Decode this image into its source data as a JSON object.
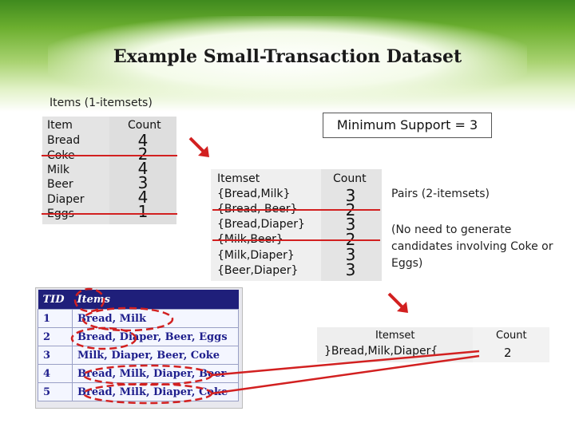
{
  "title": "Example Small-Transaction Dataset",
  "items_heading": "Items (1-itemsets)",
  "min_support": "Minimum Support = 3",
  "items_table": {
    "headers": [
      "Item",
      "Count"
    ],
    "rows": [
      {
        "item": "Bread",
        "count": "4"
      },
      {
        "item": "Coke",
        "count": "2"
      },
      {
        "item": "Milk",
        "count": "4"
      },
      {
        "item": "Beer",
        "count": "3"
      },
      {
        "item": "Diaper",
        "count": "4"
      },
      {
        "item": "Eggs",
        "count": "1"
      }
    ]
  },
  "pairs_table": {
    "headers": [
      "Itemset",
      "Count"
    ],
    "rows": [
      {
        "itemset": "{Bread,Milk}",
        "count": "3"
      },
      {
        "itemset": "{Bread, Beer}",
        "count": "2"
      },
      {
        "itemset": "{Bread,Diaper}",
        "count": "3"
      },
      {
        "itemset": "{Milk,Beer}",
        "count": "2"
      },
      {
        "itemset": "{Milk,Diaper}",
        "count": "3"
      },
      {
        "itemset": "{Beer,Diaper}",
        "count": "3"
      }
    ]
  },
  "pairs_label": "Pairs (2-itemsets)",
  "pairs_note": "(No need to generate candidates involving Coke or Eggs)",
  "triplets_table": {
    "headers": [
      "Itemset",
      "Count"
    ],
    "rows": [
      {
        "itemset": "}Bread,Milk,Diaper{",
        "count": "2"
      }
    ]
  },
  "tid_table": {
    "headers": [
      "TID",
      "Items"
    ],
    "rows": [
      {
        "tid": "1",
        "items": "Bread, Milk"
      },
      {
        "tid": "2",
        "items": "Bread, Diaper, Beer, Eggs"
      },
      {
        "tid": "3",
        "items": "Milk, Diaper, Beer, Coke"
      },
      {
        "tid": "4",
        "items": "Bread, Milk, Diaper, Beer"
      },
      {
        "tid": "5",
        "items": "Bread, Milk, Diaper, Coke"
      }
    ]
  },
  "colors": {
    "accent_red": "#d22020",
    "table_header": "#1f1f7a",
    "table_text": "#1e1e8c",
    "column_shade": "#e4e4e4"
  }
}
